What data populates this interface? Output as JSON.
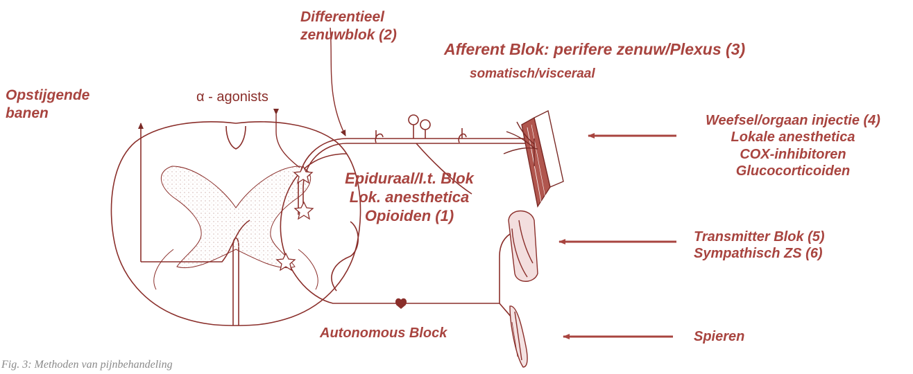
{
  "colors": {
    "ink": "#a8443f",
    "line": "#8a2e2a",
    "caption": "#8a8a8a"
  },
  "labels": {
    "differential": [
      "Differentieel",
      "zenuwblok (2)"
    ],
    "afferent": "Afferent Blok: perifere zenuw/Plexus (3)",
    "somatic": "somatisch/visceraal",
    "ascending": [
      "Opstijgende",
      "banen"
    ],
    "alpha": "α - agonists",
    "tissue": [
      "Weefsel/orgaan injectie (4)",
      "Lokale anesthetica",
      "COX-inhibitoren",
      "Glucocorticoiden"
    ],
    "epidural": [
      "Epiduraal/I.t. Blok",
      "Lok. anesthetica",
      "Opioiden (1)"
    ],
    "transmitter": [
      "Transmitter Blok (5)",
      "Sympathisch ZS (6)"
    ],
    "autonomous": "Autonomous Block",
    "muscles": "Spieren",
    "caption": "Fig. 3: Methoden van pijnbehandeling"
  }
}
